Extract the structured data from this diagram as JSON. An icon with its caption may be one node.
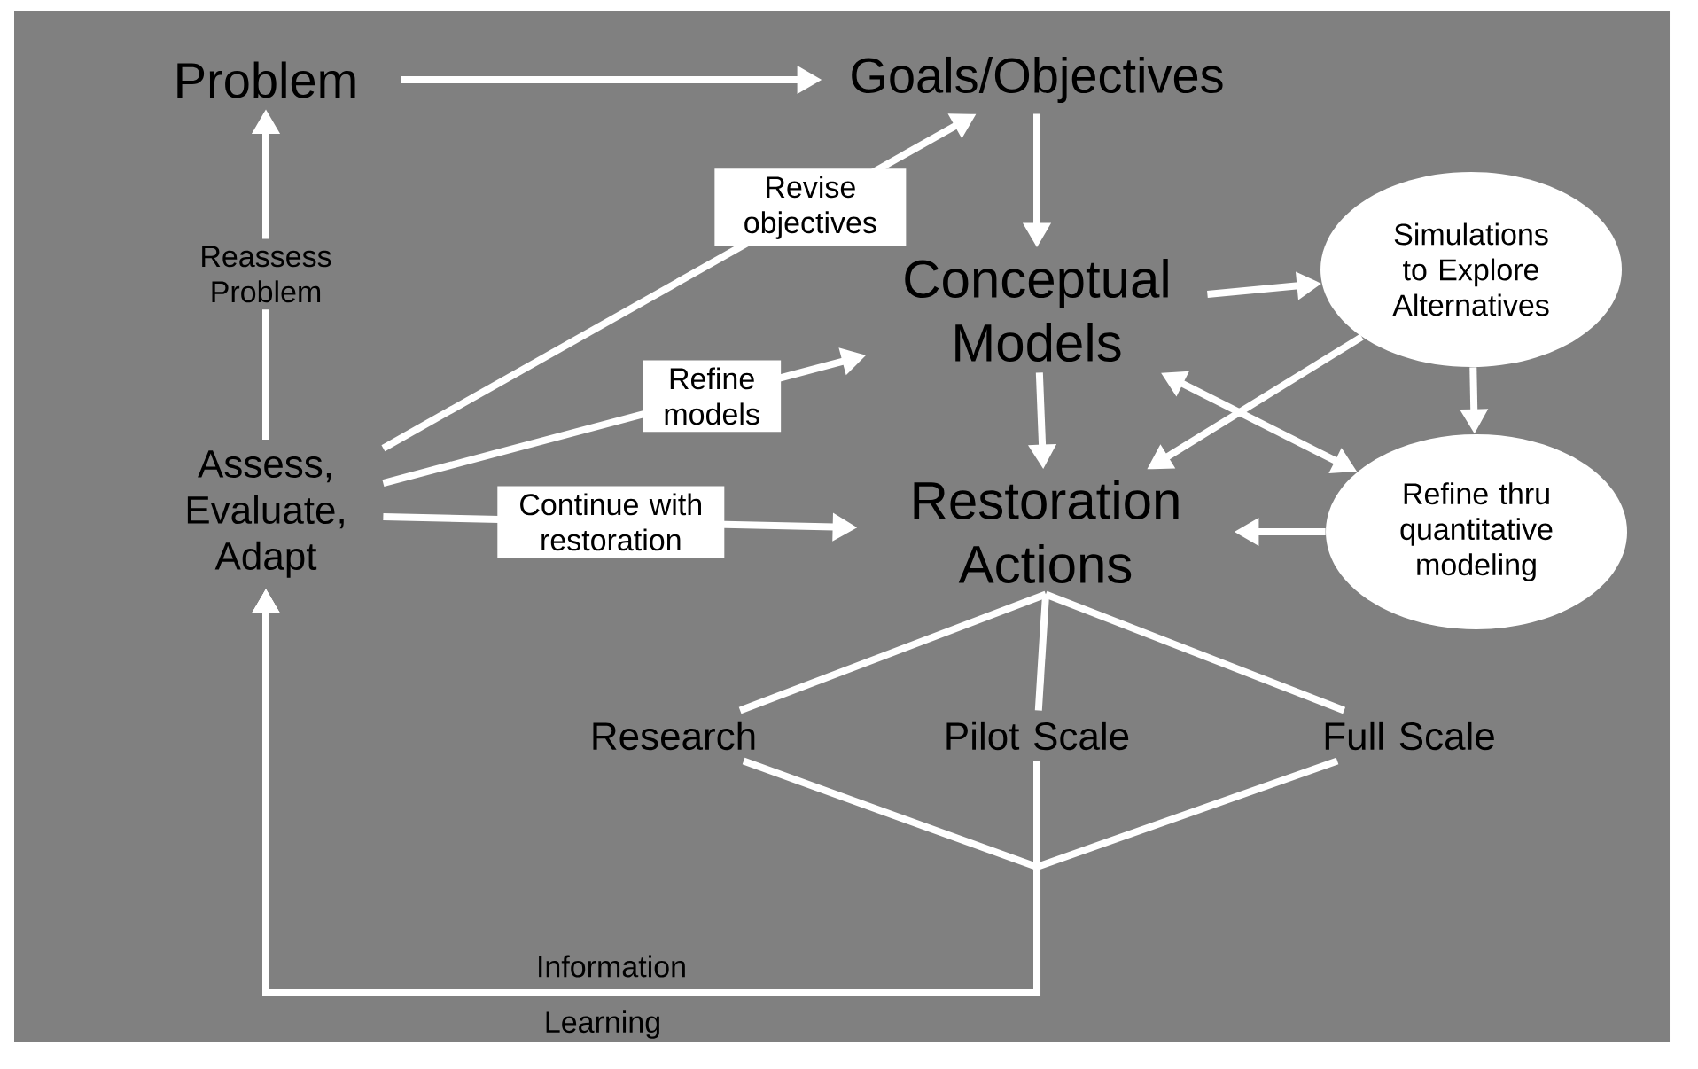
{
  "diagram": {
    "nodes": [
      {
        "text": [
          "Problem"
        ]
      },
      {
        "text": [
          "Goals/Objectives"
        ]
      },
      {
        "text": [
          "Conceptual Models"
        ]
      },
      {
        "text": [
          "Simulations to Explore Alternatives"
        ]
      },
      {
        "text": [
          "Refine thru quantitative modeling"
        ]
      },
      {
        "text": [
          "Restoration Actions"
        ]
      },
      {
        "text": [
          "Assess, Evaluate, Adapt"
        ]
      },
      {
        "text": [
          "Research"
        ]
      },
      {
        "text": [
          "Pilot Scale"
        ]
      },
      {
        "text": [
          "Full Scale"
        ]
      }
    ],
    "edges": [
      {
        "from": 0,
        "to": 1,
        "arrow": "to"
      },
      {
        "from": 1,
        "to": 2,
        "arrow": "to"
      },
      {
        "from": 2,
        "to": 3,
        "arrow": "to"
      },
      {
        "from": 2,
        "to": 5,
        "arrow": "to"
      },
      {
        "from": 3,
        "to": 4,
        "arrow": "to"
      },
      {
        "from": 2,
        "to": 4,
        "arrow": "both"
      },
      {
        "from": 3,
        "to": 5,
        "arrow": "to"
      },
      {
        "from": 4,
        "to": 5,
        "arrow": "to"
      },
      {
        "from": 6,
        "to": 0,
        "arrow": "to",
        "label": "Reassess Problem"
      },
      {
        "from": 6,
        "to": 1,
        "arrow": "to",
        "label": "Revise objectives"
      },
      {
        "from": 6,
        "to": 2,
        "arrow": "to",
        "label": "Refine models"
      },
      {
        "from": 6,
        "to": 5,
        "arrow": "to",
        "label": "Continue with restoration"
      },
      {
        "from": 5,
        "to": 7,
        "arrow": "none"
      },
      {
        "from": 5,
        "to": 8,
        "arrow": "none"
      },
      {
        "from": 5,
        "to": 9,
        "arrow": "none"
      },
      {
        "from": 7,
        "to": 6,
        "arrow": "to"
      },
      {
        "from": 8,
        "to": 6,
        "arrow": "to",
        "label": "Information"
      },
      {
        "from": 9,
        "to": 6,
        "arrow": "to"
      }
    ],
    "labels": [
      "Learning"
    ]
  }
}
